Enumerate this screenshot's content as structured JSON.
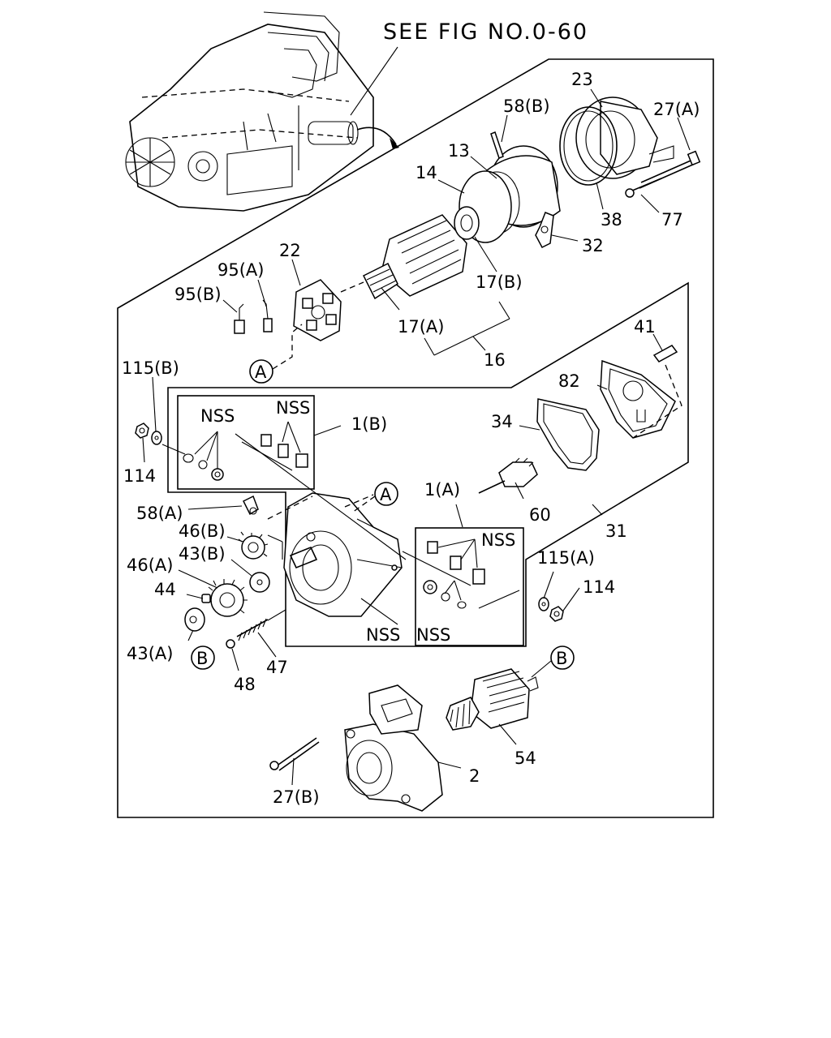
{
  "header": {
    "see_fig": "SEE FIG NO.0-60"
  },
  "callouts": {
    "A": "A",
    "B": "B"
  },
  "labels": {
    "p23": "23",
    "p58b": "58(B)",
    "p27a": "27(A)",
    "p13": "13",
    "p14": "14",
    "p38": "38",
    "p77": "77",
    "p32": "32",
    "p22": "22",
    "p95a": "95(A)",
    "p95b": "95(B)",
    "p17b": "17(B)",
    "p17a": "17(A)",
    "p16": "16",
    "p41": "41",
    "p115b": "115(B)",
    "p82": "82",
    "p114_left": "114",
    "nss_1": "NSS",
    "nss_2": "NSS",
    "p1b": "1(B)",
    "p34": "34",
    "p58a": "58(A)",
    "p1a": "1(A)",
    "nss_3": "NSS",
    "p60": "60",
    "p46b": "46(B)",
    "p31": "31",
    "p43b": "43(B)",
    "p46a": "46(A)",
    "p115a": "115(A)",
    "p44": "44",
    "p114_right": "114",
    "nss_4": "NSS",
    "nss_5": "NSS",
    "p43a": "43(A)",
    "p47": "47",
    "p48": "48",
    "p54": "54",
    "p2": "2",
    "p27b": "27(B)"
  }
}
